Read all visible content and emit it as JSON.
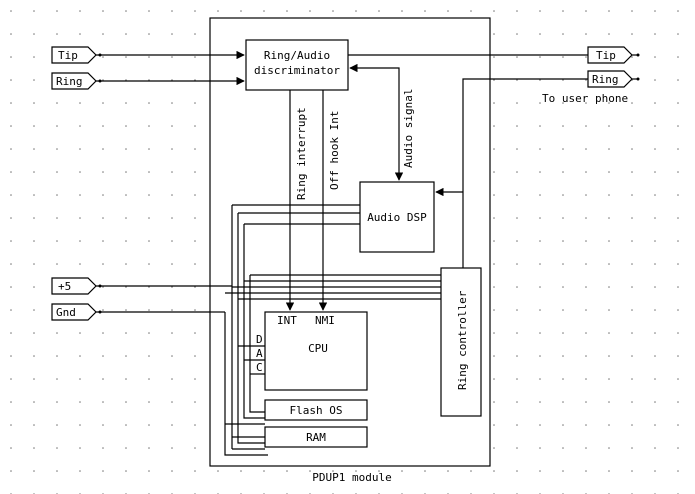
{
  "module": {
    "title": "PDUP1 module"
  },
  "ports": {
    "tip_in": "Tip",
    "ring_in": "Ring",
    "plus5": "+5",
    "gnd": "Gnd",
    "tip_out": "Tip",
    "ring_out": "Ring",
    "to_user_phone": "To user phone"
  },
  "blocks": {
    "discriminator_line1": "Ring/Audio",
    "discriminator_line2": "discriminator",
    "audio_dsp": "Audio DSP",
    "cpu": "CPU",
    "cpu_int": "INT",
    "cpu_nmi": "NMI",
    "cpu_d": "D",
    "cpu_a": "A",
    "cpu_c": "C",
    "flash_os": "Flash OS",
    "ram": "RAM",
    "ring_controller": "Ring controller"
  },
  "signals": {
    "ring_interrupt": "Ring interrupt",
    "off_hook_int": "Off hook Int",
    "audio_signal": "Audio signal"
  }
}
